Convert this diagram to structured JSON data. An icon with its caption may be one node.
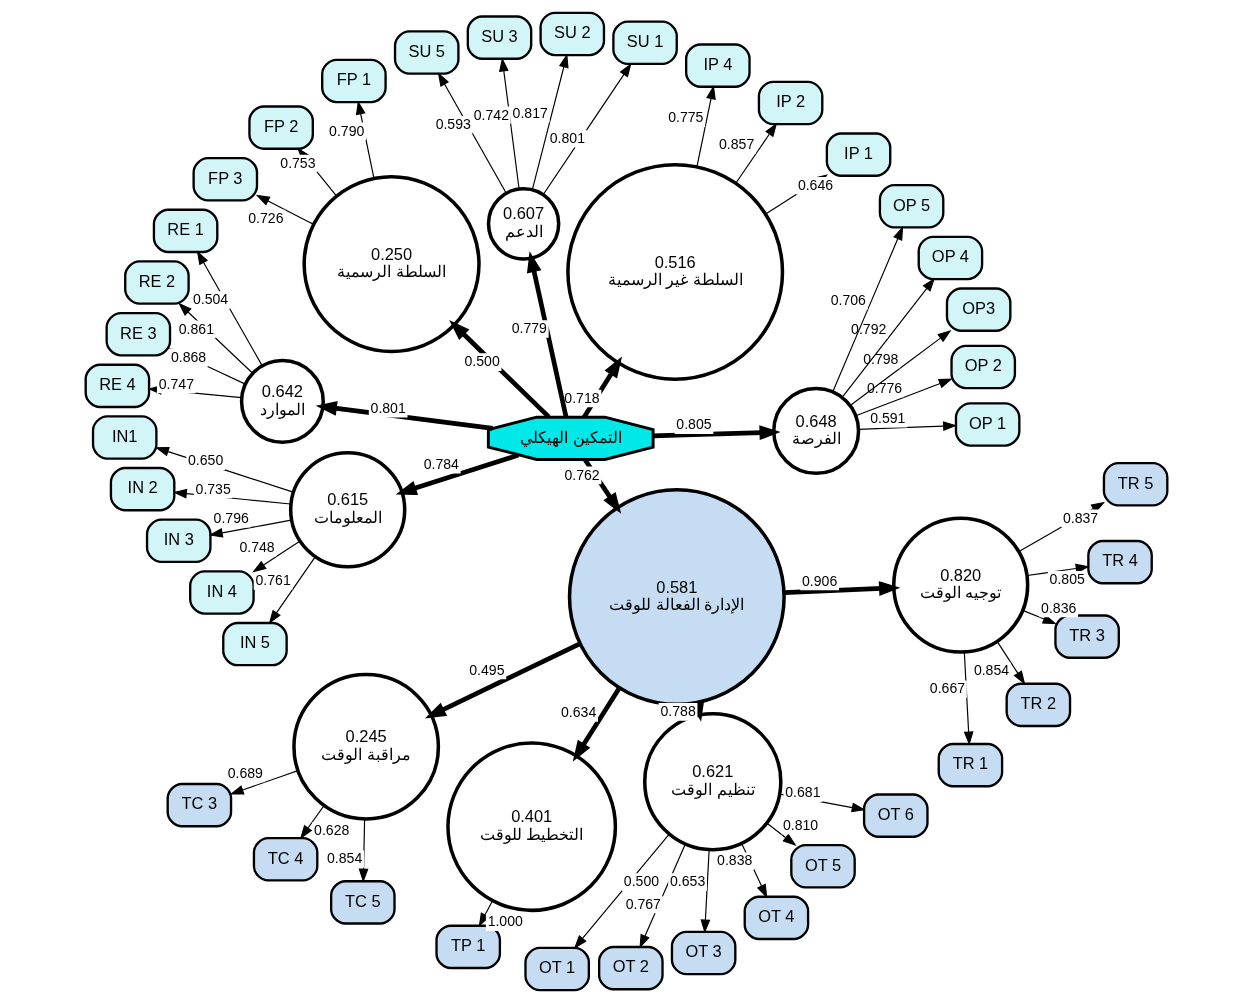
{
  "diagram": {
    "nodes": [
      {
        "text": [
          "التمكين الهيكلي"
        ]
      },
      {
        "text": [
          "0.648",
          "الفرصة"
        ]
      },
      {
        "text": [
          "OP 1"
        ]
      },
      {
        "text": [
          "OP 2"
        ]
      },
      {
        "text": [
          "OP3"
        ]
      },
      {
        "text": [
          "OP 4"
        ]
      },
      {
        "text": [
          "OP 5"
        ]
      },
      {
        "text": [
          "0.516",
          "السلطة غير الرسمية"
        ]
      },
      {
        "text": [
          "IP 1"
        ]
      },
      {
        "text": [
          "IP 2"
        ]
      },
      {
        "text": [
          "IP 4"
        ]
      },
      {
        "text": [
          "0.607",
          "الدعم"
        ]
      },
      {
        "text": [
          "SU 1"
        ]
      },
      {
        "text": [
          "SU 2"
        ]
      },
      {
        "text": [
          "SU 3"
        ]
      },
      {
        "text": [
          "SU 5"
        ]
      },
      {
        "text": [
          "0.250",
          "السلطة الرسمية"
        ]
      },
      {
        "text": [
          "FP 1"
        ]
      },
      {
        "text": [
          "FP 2"
        ]
      },
      {
        "text": [
          "FP 3"
        ]
      },
      {
        "text": [
          "0.642",
          "الموارد"
        ]
      },
      {
        "text": [
          "RE 1"
        ]
      },
      {
        "text": [
          "RE 2"
        ]
      },
      {
        "text": [
          "RE 3"
        ]
      },
      {
        "text": [
          "RE 4"
        ]
      },
      {
        "text": [
          "0.615",
          "المعلومات"
        ]
      },
      {
        "text": [
          "IN1"
        ]
      },
      {
        "text": [
          "IN 2"
        ]
      },
      {
        "text": [
          "IN 3"
        ]
      },
      {
        "text": [
          "IN 4"
        ]
      },
      {
        "text": [
          "IN 5"
        ]
      },
      {
        "text": [
          "0.581",
          "الإدارة الفعالة للوقت"
        ]
      },
      {
        "text": [
          "0.245",
          "مراقبة الوقت"
        ]
      },
      {
        "text": [
          "TC 3"
        ]
      },
      {
        "text": [
          "TC 4"
        ]
      },
      {
        "text": [
          "TC 5"
        ]
      },
      {
        "text": [
          "0.401",
          "التخطيط للوقت"
        ]
      },
      {
        "text": [
          "TP 1"
        ]
      },
      {
        "text": [
          "0.621",
          "تنظيم الوقت"
        ]
      },
      {
        "text": [
          "OT 1"
        ]
      },
      {
        "text": [
          "OT 2"
        ]
      },
      {
        "text": [
          "OT 3"
        ]
      },
      {
        "text": [
          "OT 4"
        ]
      },
      {
        "text": [
          "OT 5"
        ]
      },
      {
        "text": [
          "OT 6"
        ]
      },
      {
        "text": [
          "0.820",
          "توجيه الوقت"
        ]
      },
      {
        "text": [
          "TR 1"
        ]
      },
      {
        "text": [
          "TR 2"
        ]
      },
      {
        "text": [
          "TR 3"
        ]
      },
      {
        "text": [
          "TR 4"
        ]
      },
      {
        "text": [
          "TR 5"
        ]
      }
    ],
    "edges": [
      {
        "from": 0,
        "to": 1,
        "arrow": "to",
        "label": "0.805",
        "style": "thick"
      },
      {
        "from": 0,
        "to": 7,
        "arrow": "to",
        "label": "0.718",
        "style": "thick"
      },
      {
        "from": 0,
        "to": 11,
        "arrow": "to",
        "label": "0.779",
        "style": "thick"
      },
      {
        "from": 0,
        "to": 16,
        "arrow": "to",
        "label": "0.500",
        "style": "thick"
      },
      {
        "from": 0,
        "to": 20,
        "arrow": "to",
        "label": "0.801",
        "style": "thick"
      },
      {
        "from": 0,
        "to": 25,
        "arrow": "to",
        "label": "0.784",
        "style": "thick"
      },
      {
        "from": 0,
        "to": 31,
        "arrow": "to",
        "label": "0.762",
        "style": "thick"
      },
      {
        "from": 31,
        "to": 32,
        "arrow": "to",
        "label": "0.495",
        "style": "thick"
      },
      {
        "from": 31,
        "to": 38,
        "arrow": "to",
        "label": "0.788",
        "style": "thick"
      },
      {
        "from": 31,
        "to": 45,
        "arrow": "to",
        "label": "0.906",
        "style": "thick"
      },
      {
        "from": 31,
        "to": 36,
        "arrow": "to",
        "label": "0.634",
        "style": "thick"
      },
      {
        "from": 1,
        "to": 2,
        "arrow": "to",
        "label": "0.591"
      },
      {
        "from": 1,
        "to": 3,
        "arrow": "to",
        "label": "0.776"
      },
      {
        "from": 1,
        "to": 4,
        "arrow": "to",
        "label": "0.798"
      },
      {
        "from": 1,
        "to": 5,
        "arrow": "to",
        "label": "0.792"
      },
      {
        "from": 1,
        "to": 6,
        "arrow": "to",
        "label": "0.706"
      },
      {
        "from": 7,
        "to": 8,
        "arrow": "to",
        "label": "0.646"
      },
      {
        "from": 7,
        "to": 9,
        "arrow": "to",
        "label": "0.857"
      },
      {
        "from": 7,
        "to": 10,
        "arrow": "to",
        "label": "0.775"
      },
      {
        "from": 11,
        "to": 12,
        "arrow": "to",
        "label": "0.801"
      },
      {
        "from": 11,
        "to": 13,
        "arrow": "to",
        "label": "0.817"
      },
      {
        "from": 11,
        "to": 14,
        "arrow": "to",
        "label": "0.742"
      },
      {
        "from": 11,
        "to": 15,
        "arrow": "to",
        "label": "0.593"
      },
      {
        "from": 16,
        "to": 17,
        "arrow": "to",
        "label": "0.790"
      },
      {
        "from": 16,
        "to": 18,
        "arrow": "to",
        "label": "0.753"
      },
      {
        "from": 16,
        "to": 19,
        "arrow": "to",
        "label": "0.726"
      },
      {
        "from": 20,
        "to": 21,
        "arrow": "to",
        "label": "0.504"
      },
      {
        "from": 20,
        "to": 22,
        "arrow": "to",
        "label": "0.861"
      },
      {
        "from": 20,
        "to": 23,
        "arrow": "to",
        "label": "0.868"
      },
      {
        "from": 20,
        "to": 24,
        "arrow": "to",
        "label": "0.747"
      },
      {
        "from": 25,
        "to": 26,
        "arrow": "to",
        "label": "0.650"
      },
      {
        "from": 25,
        "to": 27,
        "arrow": "to",
        "label": "0.735"
      },
      {
        "from": 25,
        "to": 28,
        "arrow": "to",
        "label": "0.796"
      },
      {
        "from": 25,
        "to": 29,
        "arrow": "to",
        "label": "0.748"
      },
      {
        "from": 25,
        "to": 30,
        "arrow": "to",
        "label": "0.761"
      },
      {
        "from": 32,
        "to": 33,
        "arrow": "to",
        "label": "0.689"
      },
      {
        "from": 32,
        "to": 34,
        "arrow": "to",
        "label": "0.628"
      },
      {
        "from": 32,
        "to": 35,
        "arrow": "to",
        "label": "0.854"
      },
      {
        "from": 36,
        "to": 37,
        "arrow": "to",
        "label": "1.000"
      },
      {
        "from": 38,
        "to": 39,
        "arrow": "to",
        "label": "0.500"
      },
      {
        "from": 38,
        "to": 40,
        "arrow": "to",
        "label": "0.767"
      },
      {
        "from": 38,
        "to": 41,
        "arrow": "to",
        "label": "0.653"
      },
      {
        "from": 38,
        "to": 42,
        "arrow": "to",
        "label": "0.838"
      },
      {
        "from": 38,
        "to": 43,
        "arrow": "to",
        "label": "0.810"
      },
      {
        "from": 38,
        "to": 44,
        "arrow": "to",
        "label": "0.681"
      },
      {
        "from": 45,
        "to": 46,
        "arrow": "to",
        "label": "0.667"
      },
      {
        "from": 45,
        "to": 47,
        "arrow": "to",
        "label": "0.854"
      },
      {
        "from": 45,
        "to": 48,
        "arrow": "to",
        "label": "0.836"
      },
      {
        "from": 45,
        "to": 49,
        "arrow": "to",
        "label": "0.805"
      },
      {
        "from": 45,
        "to": 50,
        "arrow": "to",
        "label": "0.837"
      }
    ]
  }
}
